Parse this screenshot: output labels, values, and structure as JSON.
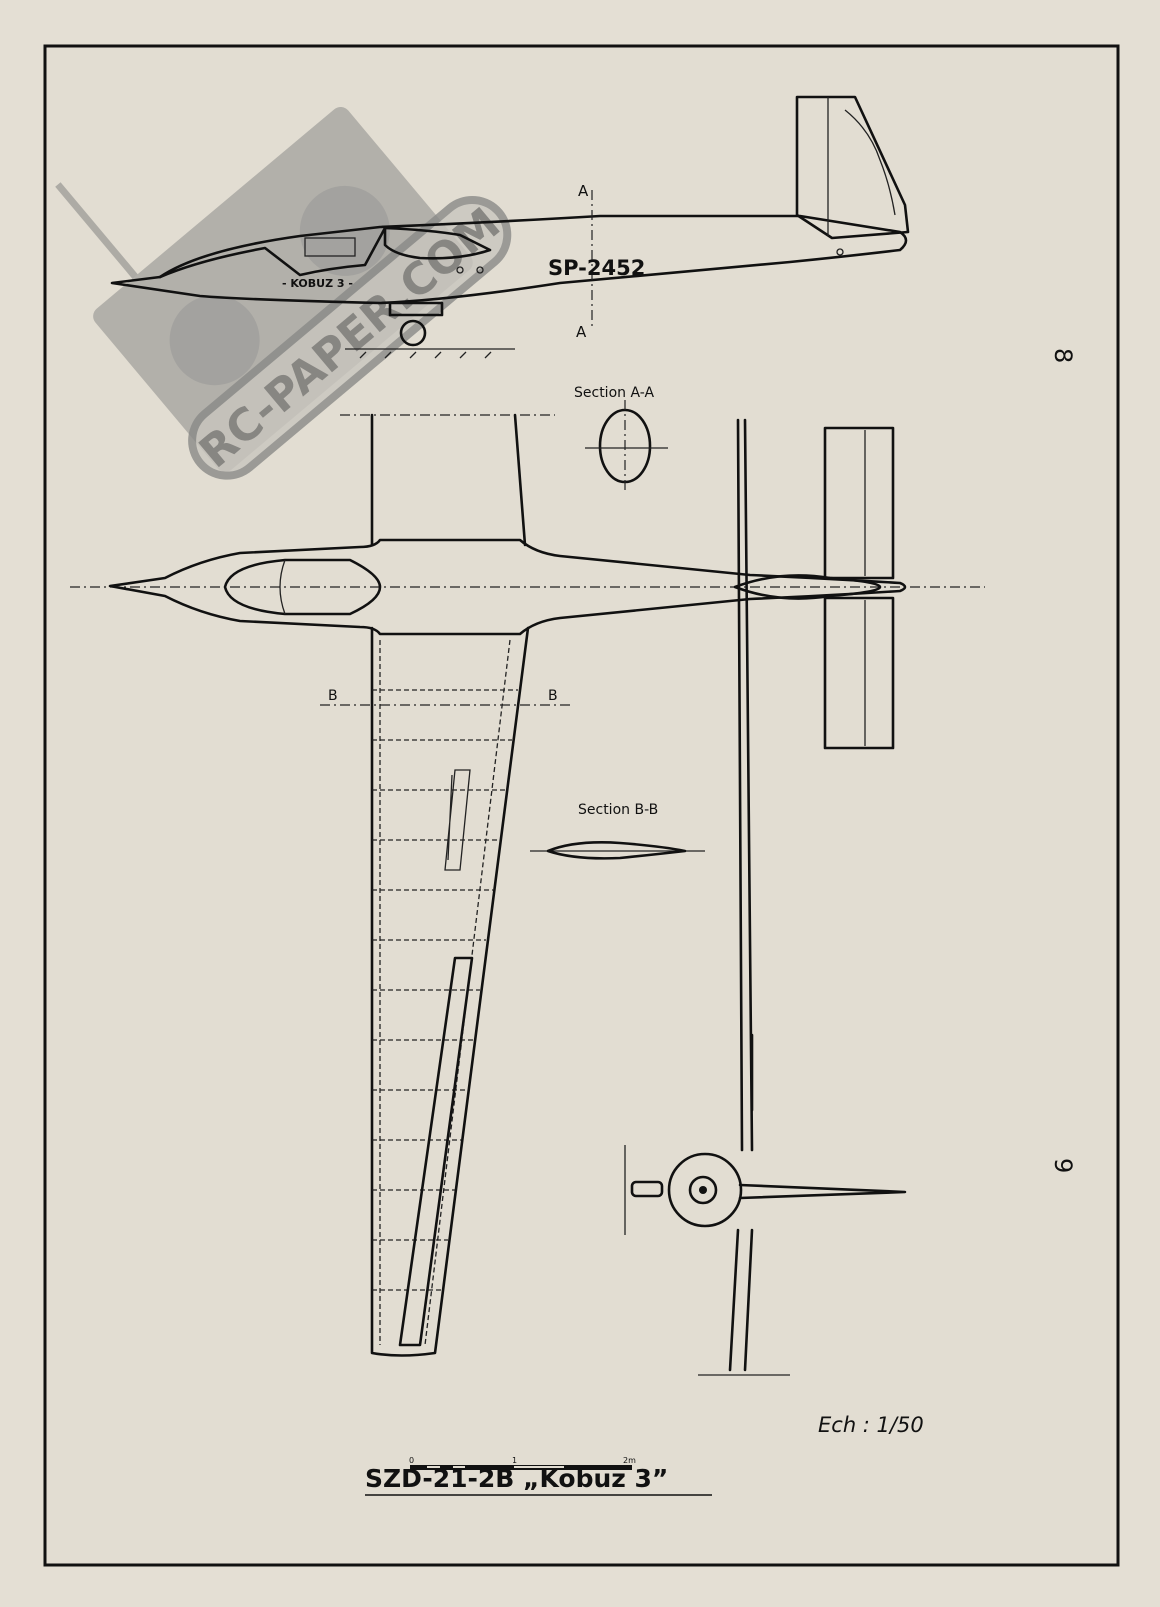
{
  "drawing": {
    "title": "SZD-21-2B „Kobuz 3”",
    "registration": "SP-2452",
    "fuselage_name": "- KOBUZ 3 -",
    "section_a_marker": "A",
    "section_a_label": "Section A-A",
    "section_b_marker": "B",
    "section_b_label": "Section B-B",
    "scale_ratio": "Ech : 1/50",
    "scale_bar": {
      "start": "0",
      "mid": "1",
      "end": "2m"
    },
    "page_numbers": [
      "8",
      "9"
    ]
  },
  "watermark": {
    "text": "RC-PAPER.COM"
  },
  "colors": {
    "paper": "#e4dfd4",
    "ink": "#111111",
    "watermark": "#8a8a88"
  }
}
